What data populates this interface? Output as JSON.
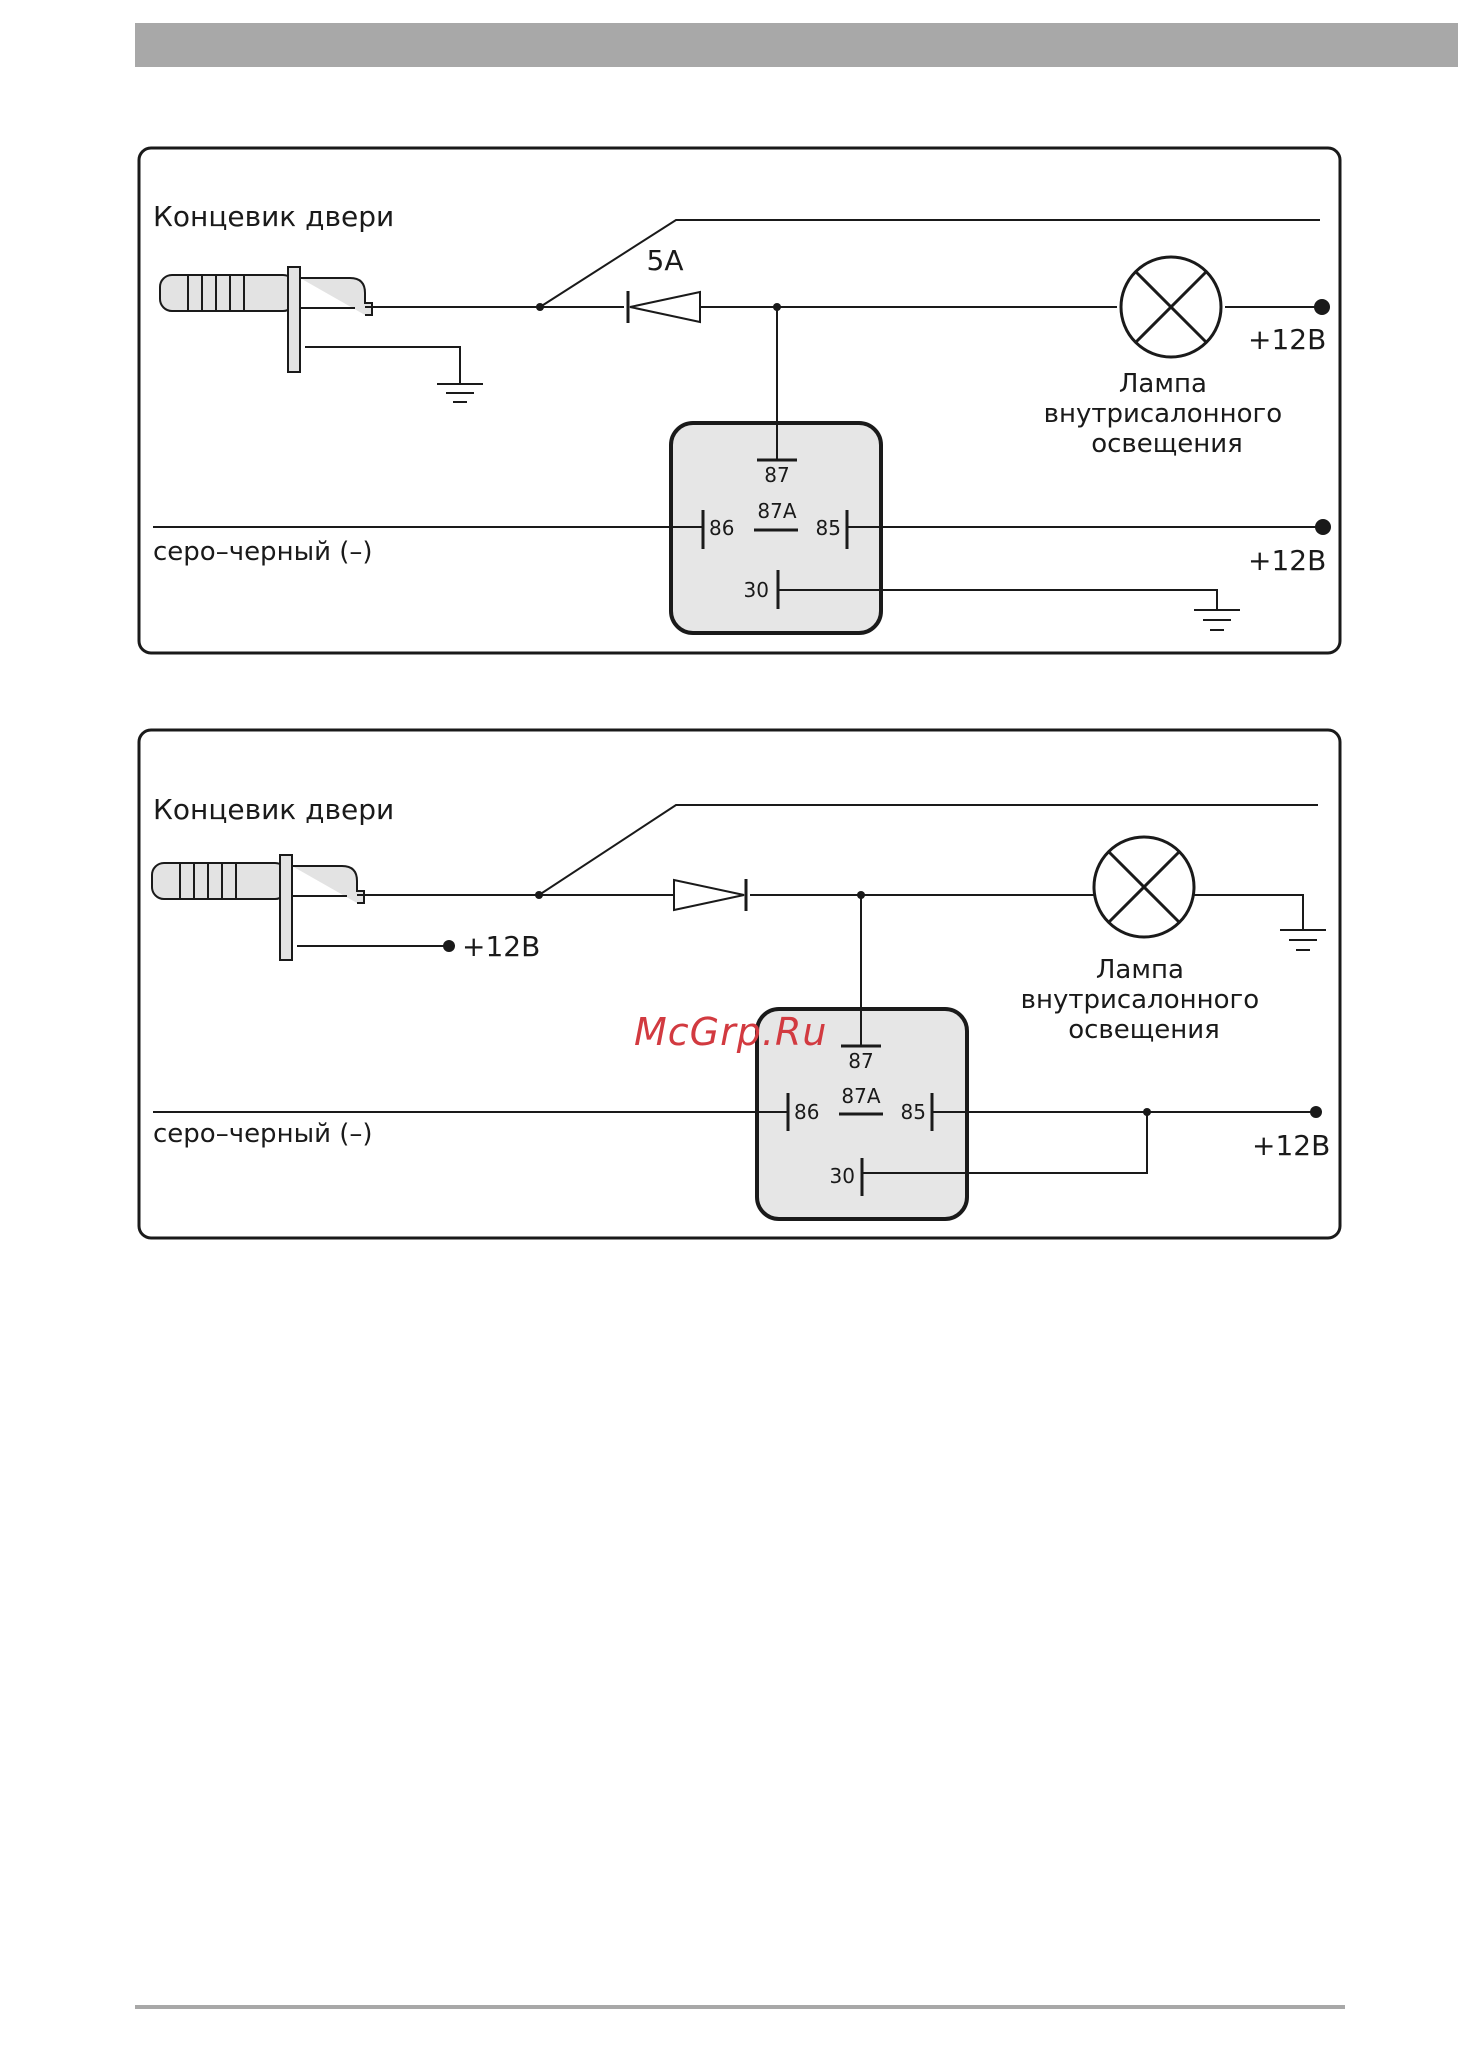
{
  "watermark": "McGrp.Ru",
  "diagram1": {
    "switch_label": "Концевик двери",
    "fuse_label": "5А",
    "lamp_label": [
      "Лампа",
      "внутрисалонного",
      "освещения"
    ],
    "supply1": "+12В",
    "supply2": "+12В",
    "wire_label": "серо–черный (–)",
    "relay": {
      "p87": "87",
      "p87a": "87А",
      "p86": "86",
      "p85": "85",
      "p30": "30"
    }
  },
  "diagram2": {
    "switch_label": "Концевик двери",
    "switch_supply": "+12В",
    "lamp_label": [
      "Лампа",
      "внутрисалонного",
      "освещения"
    ],
    "supply": "+12В",
    "wire_label": "серо–черный (–)",
    "relay": {
      "p87": "87",
      "p87a": "87А",
      "p86": "86",
      "p85": "85",
      "p30": "30"
    }
  }
}
